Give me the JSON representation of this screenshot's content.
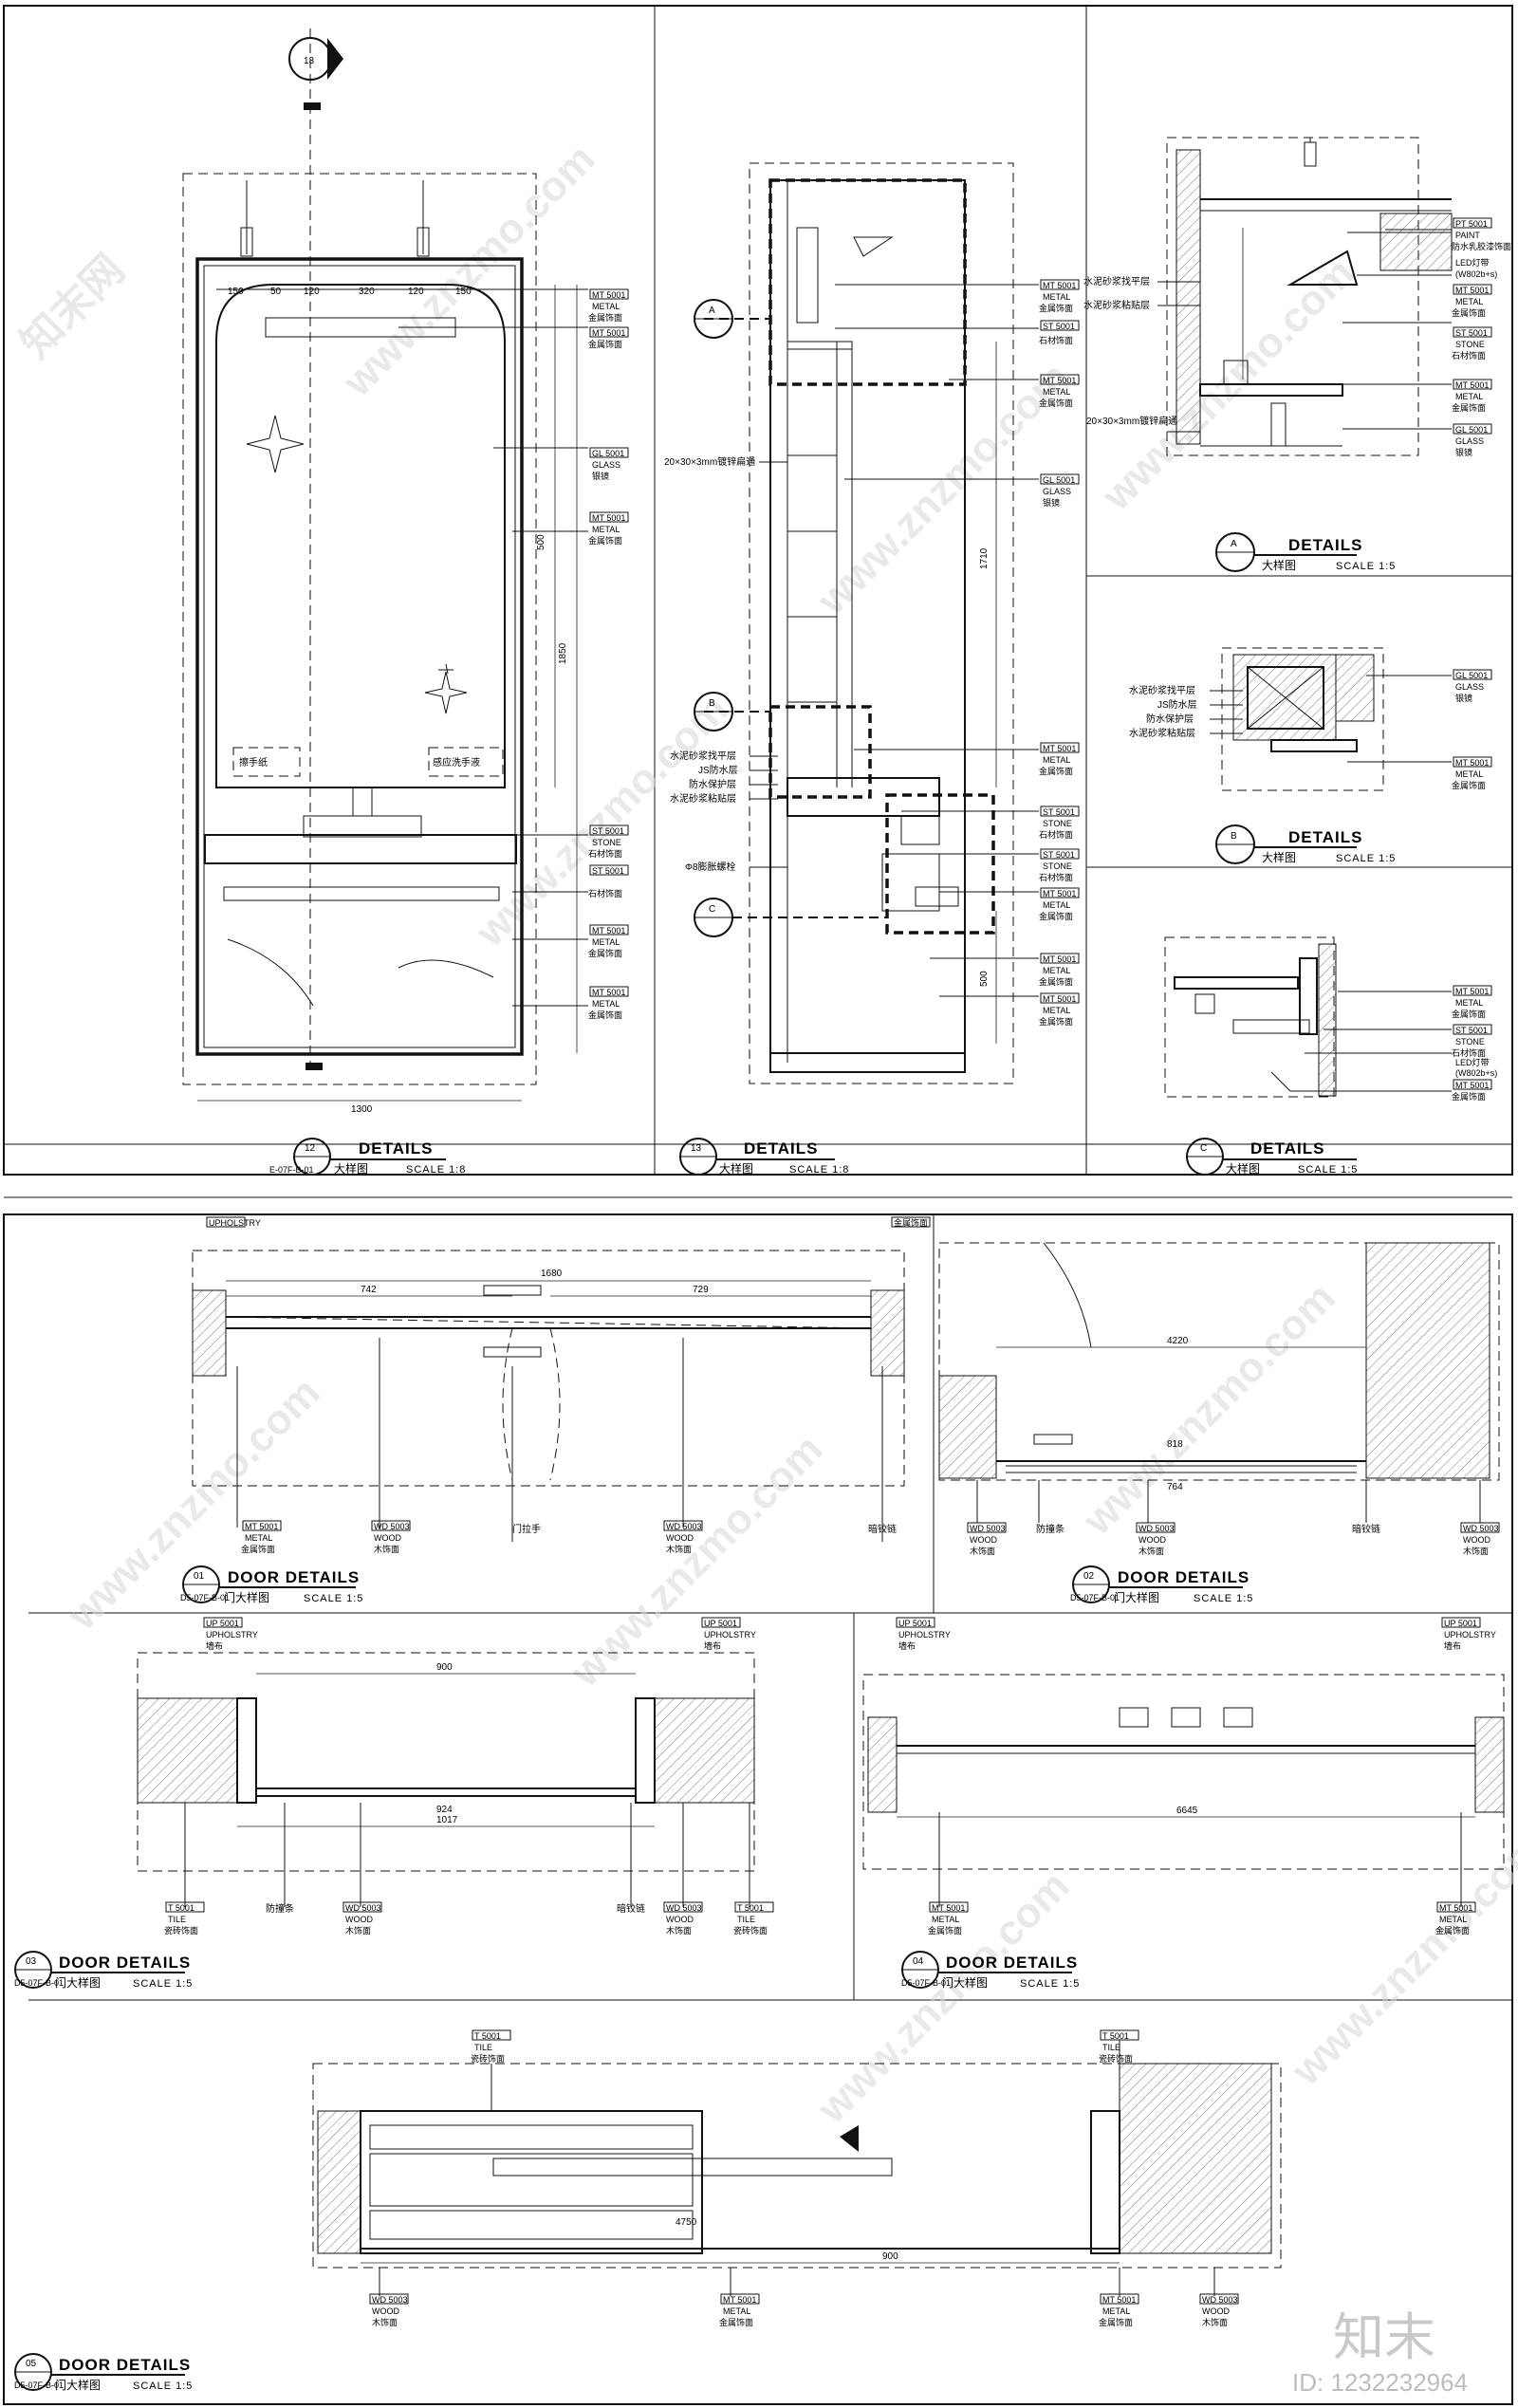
{
  "top_panels": [
    {
      "id": "12",
      "title": "DETAILS",
      "ref": "E-07F-B-01",
      "subtitle": "大样图",
      "scale": "SCALE 1:8"
    },
    {
      "id": "13",
      "title": "DETAILS",
      "ref": "",
      "subtitle": "大样图",
      "scale": "SCALE 1:8"
    },
    {
      "id": "C",
      "title": "DETAILS",
      "ref": "",
      "subtitle": "大样图",
      "scale": "SCALE 1:5"
    }
  ],
  "inner_details": [
    {
      "id": "A",
      "title": "DETAILS",
      "subtitle": "大样图",
      "scale": "SCALE 1:5"
    },
    {
      "id": "B",
      "title": "DETAILS",
      "subtitle": "大样图",
      "scale": "SCALE 1:5"
    }
  ],
  "door_panels": [
    {
      "id": "01",
      "title": "DOOR DETAILS",
      "ref": "D5-07F-B-01",
      "subtitle": "门大样图",
      "scale": "SCALE 1:5"
    },
    {
      "id": "02",
      "title": "DOOR DETAILS",
      "ref": "D5-07F-B-01",
      "subtitle": "门大样图",
      "scale": "SCALE 1:5"
    },
    {
      "id": "03",
      "title": "DOOR DETAILS",
      "ref": "D5-07F-B-01",
      "subtitle": "门大样图",
      "scale": "SCALE 1:5"
    },
    {
      "id": "04",
      "title": "DOOR DETAILS",
      "ref": "D5-07F-B-01",
      "subtitle": "门大样图",
      "scale": "SCALE 1:5"
    },
    {
      "id": "05",
      "title": "DOOR DETAILS",
      "ref": "D5-07F-B-01",
      "subtitle": "门大样图",
      "scale": "SCALE 1:5"
    }
  ],
  "callout_13": {
    "id": "13"
  },
  "labels": {
    "metal_code": "MT 5001",
    "metal_en": "METAL",
    "metal_cn": "金属饰面",
    "stone_code": "ST 5001",
    "stone_en": "STONE",
    "stone_cn": "石材饰面",
    "glass_code": "GL 5001",
    "glass_en": "GLASS",
    "glass_cn": "银镜",
    "paint_code": "PT 5001",
    "paint_en": "PAINT",
    "paint_cn": "防水乳胶漆饰面",
    "wood_code": "WD 5003",
    "wood_en": "WOOD",
    "wood_cn": "木饰面",
    "tile_code": "T 5001",
    "tile_en": "TILE",
    "tile_cn": "瓷砖饰面",
    "uph_code": "UP 5001",
    "uph_en": "UPHOLSTRY",
    "uph_cn": "墙布",
    "led": "LED灯带",
    "led_spec": "(W802b+s)",
    "tissue": "擦手纸",
    "sensor": "感应洗手液",
    "steel": "20×30×3mm镀锌扁通",
    "mortar1": "水泥砂浆找平层",
    "js": "JS防水层",
    "protect": "防水保护层",
    "mortar2": "水泥砂浆粘贴层",
    "bolt": "Φ8膨胀螺栓",
    "handle": "门拉手",
    "hinge": "暗铰链",
    "strip": "防撞条"
  },
  "dims": {
    "p12_width": "1300",
    "p12_h1": "1850",
    "p12_h2": "500",
    "p12_top": [
      "150",
      "50",
      "120",
      "320",
      "120",
      "150"
    ],
    "p13_main": "1710",
    "p13_low": "500",
    "d01_total": "1680",
    "d01_left": "742",
    "d01_right": "729",
    "d02_total": "4220",
    "d02_inner": "818",
    "d02_leaf": "764",
    "d03_total": "900",
    "d03_leaf": "924",
    "d03_out": "1017",
    "d04_total": "6645",
    "d05_total": "900",
    "d05_v": "4750"
  },
  "watermark": "www.znzmo.com",
  "watermark_cn": "知末网",
  "brand": "知末",
  "id_text": "ID: 1232232964"
}
